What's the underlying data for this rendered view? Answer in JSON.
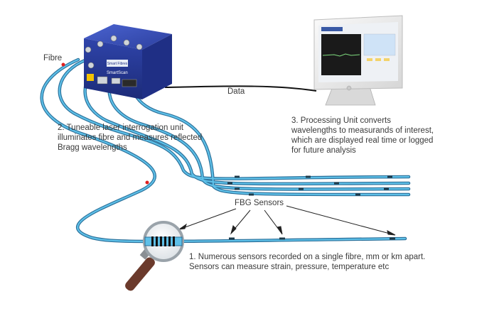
{
  "labels": {
    "fibre": "Fibre",
    "data": "Data",
    "step2": [
      "2. Tuneable laser interrogation unit",
      "illuminates fibre and measures reflected",
      "Bragg wavelengths"
    ],
    "step3": [
      "3. Processing Unit converts",
      "wavelengths to measurands of interest,",
      "which are displayed real time or logged",
      "for future analysis"
    ],
    "fbg_sensors": "FBG Sensors",
    "step1": [
      "1. Numerous sensors recorded on a single fibre, mm or km apart.",
      "Sensors can measure strain, pressure, temperature etc"
    ]
  },
  "device": {
    "brand_line1": "Smart Fibres",
    "brand_line2": "SmartScan"
  },
  "colors": {
    "fibre": "#4fb0d8",
    "fibre_edge": "#2a6f99",
    "device_body": "#2b3fa8",
    "monitor_bezel": "#eeeeee",
    "text": "#3a3a3a"
  }
}
